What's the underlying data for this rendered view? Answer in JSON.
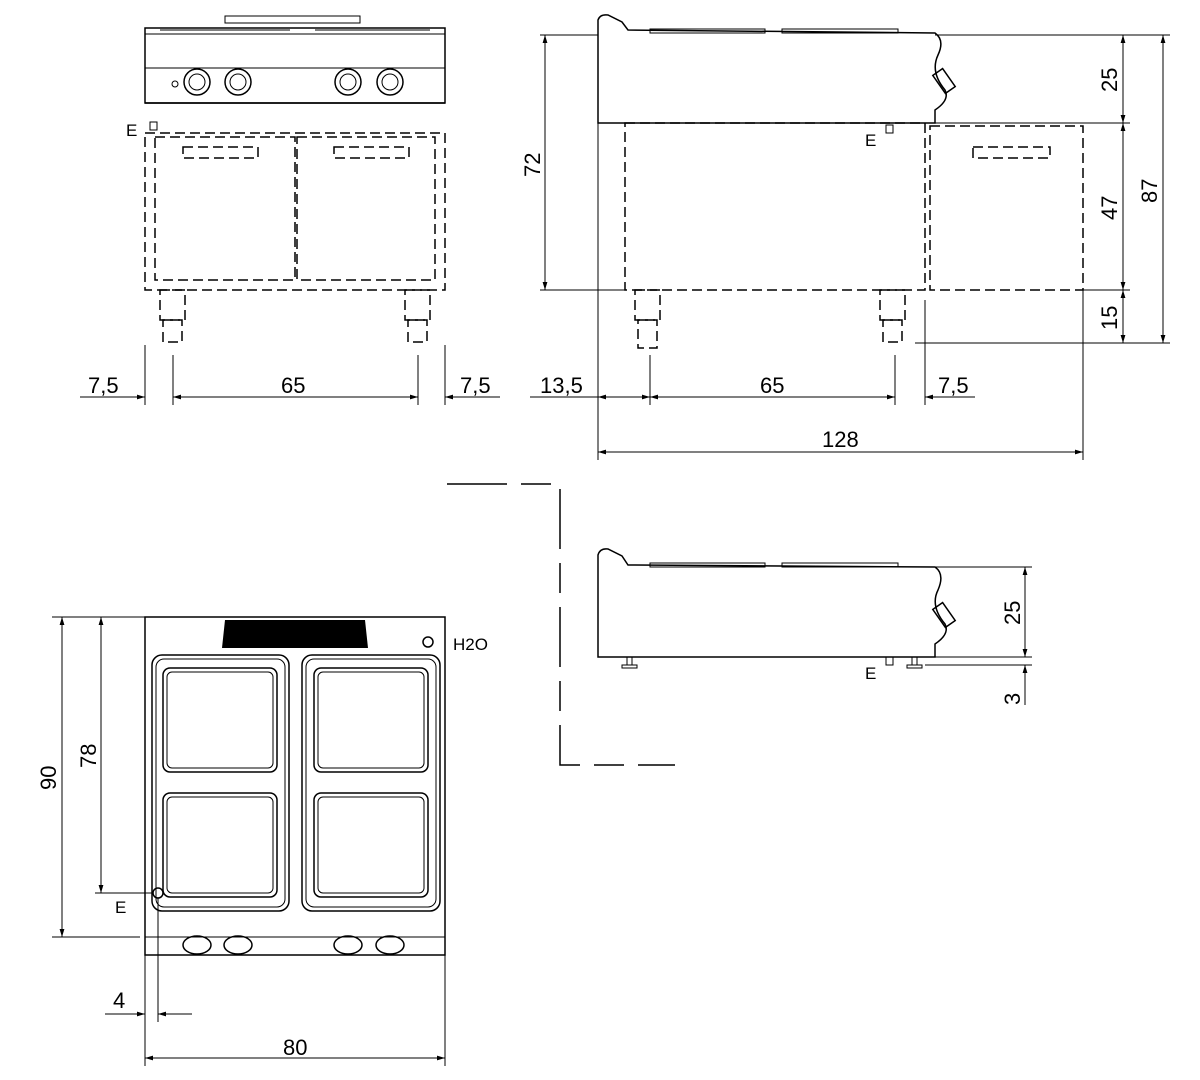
{
  "front_view": {
    "dims": {
      "left_margin": "7,5",
      "leg_span": "65",
      "right_margin": "7,5"
    },
    "e_label": "E"
  },
  "side_view": {
    "dims": {
      "front_offset": "13,5",
      "leg_span": "65",
      "rear_offset": "7,5",
      "total_depth": "128",
      "body_height": "72",
      "top_height": "25",
      "cabinet_height": "47",
      "leg_height": "15",
      "total_height": "87"
    },
    "e_label": "E"
  },
  "top_unit_side_view": {
    "dims": {
      "top_height": "25",
      "foot_height": "3"
    },
    "e_label": "E"
  },
  "top_view": {
    "dims": {
      "depth": "90",
      "connection_depth": "78",
      "connection_offset": "4",
      "width": "80"
    },
    "water_label": "H2O",
    "e_label": "E"
  }
}
